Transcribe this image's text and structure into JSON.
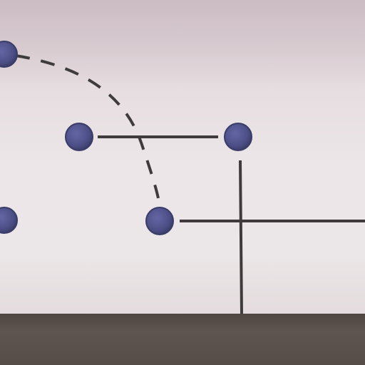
{
  "colors": {
    "node_fill": "#4c4f86",
    "node_stroke": "#3a3c68",
    "line": "#3f3b3c",
    "floor": "#564c48"
  },
  "diagram": {
    "nodes": [
      {
        "id": "n1"
      },
      {
        "id": "n2"
      },
      {
        "id": "n3"
      },
      {
        "id": "n4"
      },
      {
        "id": "n5"
      }
    ],
    "edges": [
      {
        "id": "e1",
        "from": "n2",
        "to": "n3",
        "style": "solid"
      },
      {
        "id": "e2",
        "from": "n5",
        "to": "off-right",
        "style": "solid"
      },
      {
        "id": "e3",
        "from": "n3",
        "to": "floor",
        "style": "solid"
      },
      {
        "id": "e4",
        "from": "n1",
        "to": "n5",
        "style": "dashed"
      }
    ]
  }
}
